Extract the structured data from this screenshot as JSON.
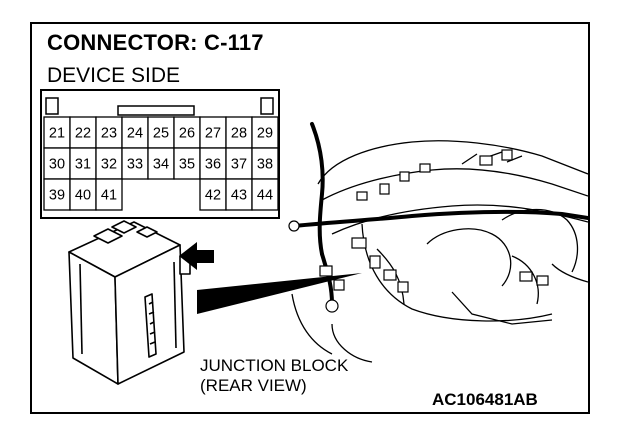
{
  "connector": {
    "title": "CONNECTOR: C-117",
    "side": "DEVICE SIDE",
    "rows": [
      [
        "21",
        "22",
        "23",
        "24",
        "25",
        "26",
        "27",
        "28",
        "29"
      ],
      [
        "30",
        "31",
        "32",
        "33",
        "34",
        "35",
        "36",
        "37",
        "38"
      ],
      [
        "39",
        "40",
        "41",
        "42",
        "43",
        "44"
      ]
    ]
  },
  "labels": {
    "block_line1": "JUNCTION BLOCK",
    "block_line2": "(REAR VIEW)",
    "figure_code": "AC106481AB"
  }
}
